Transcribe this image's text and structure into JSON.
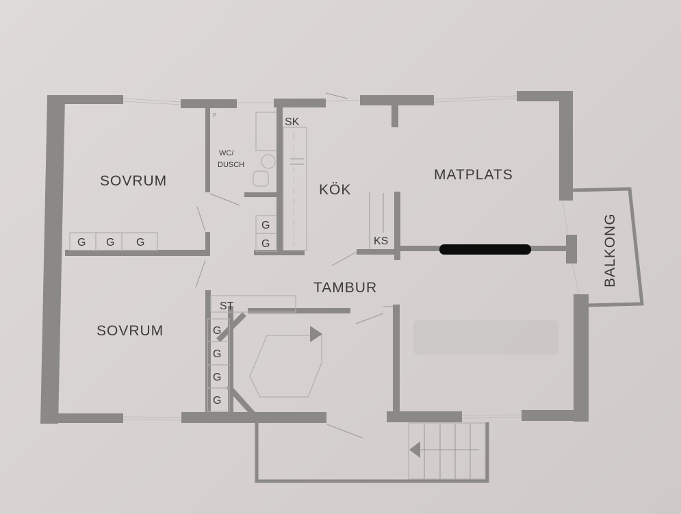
{
  "rooms": {
    "sovrum_top": "SOVRUM",
    "sovrum_bottom": "SOVRUM",
    "wc": [
      "WC/",
      "DUSCH"
    ],
    "kok": "KÖK",
    "matplats": "MATPLATS",
    "balkong": "BALKONG",
    "tambur": "TAMBUR"
  },
  "fixtures": {
    "sk": "SK",
    "ks": "KS",
    "st": "ST",
    "p": "P",
    "g": "G"
  },
  "colors": {
    "wall": "#8b8888",
    "paper": "#d8d3d2",
    "redaction": "#0c0c0c",
    "blur_patch": "#cbc6c5"
  }
}
